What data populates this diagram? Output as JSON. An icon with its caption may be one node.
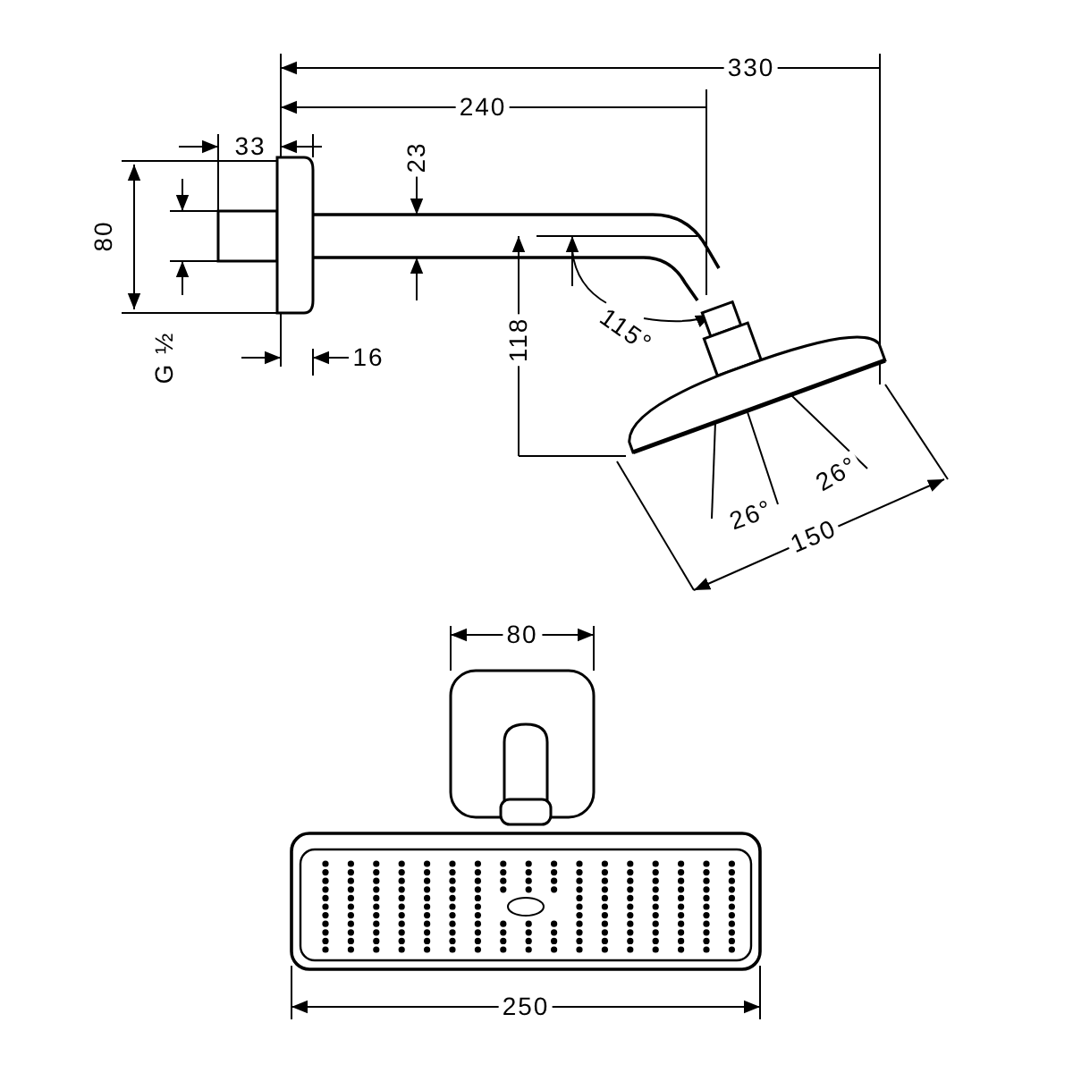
{
  "diagram": {
    "labels": [
      "330",
      "240",
      "33",
      "23",
      "80",
      "G ½",
      "16",
      "118",
      "115°",
      "26°",
      "26°",
      "150",
      "80",
      "250"
    ]
  }
}
